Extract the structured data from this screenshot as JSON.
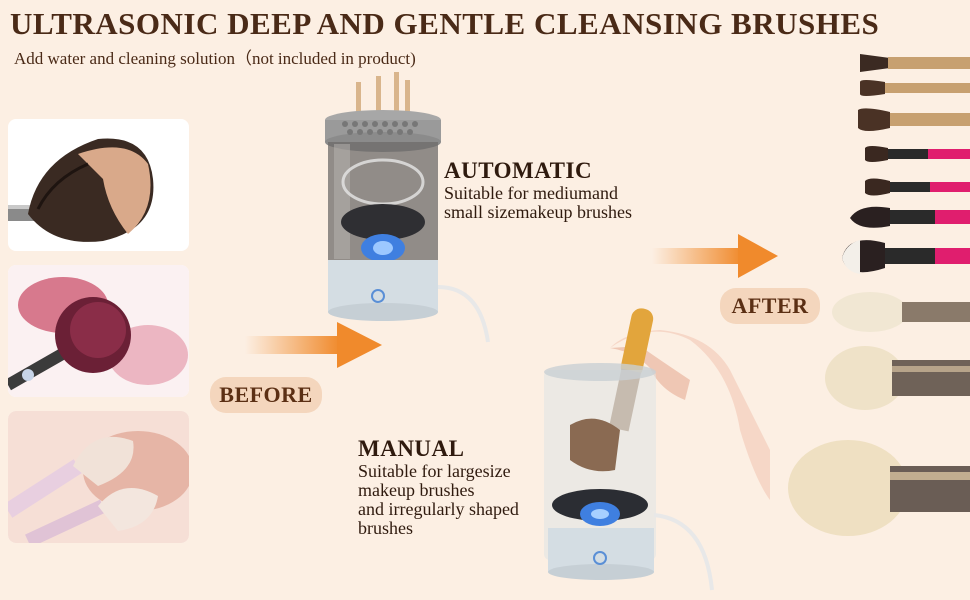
{
  "header": {
    "title": "ULTRASONIC DEEP AND GENTLE CLEANSING BRUSHES",
    "subtitle": "Add water and cleaning solution（not included in product)"
  },
  "labels": {
    "before": "BEFORE",
    "after": "AFTER"
  },
  "automatic": {
    "heading": "AUTOMATIC",
    "lines": [
      "Suitable for mediumand",
      "small sizemakeup brushes"
    ]
  },
  "manual": {
    "heading": "MANUAL",
    "lines": [
      "Suitable for largesize",
      "makeup brushes",
      "and irregularly shaped",
      "brushes"
    ]
  },
  "colors": {
    "background": "#fcefe3",
    "text": "#4a2a17",
    "arrow": "#f08a2c",
    "pill": "#f4d6bd"
  }
}
